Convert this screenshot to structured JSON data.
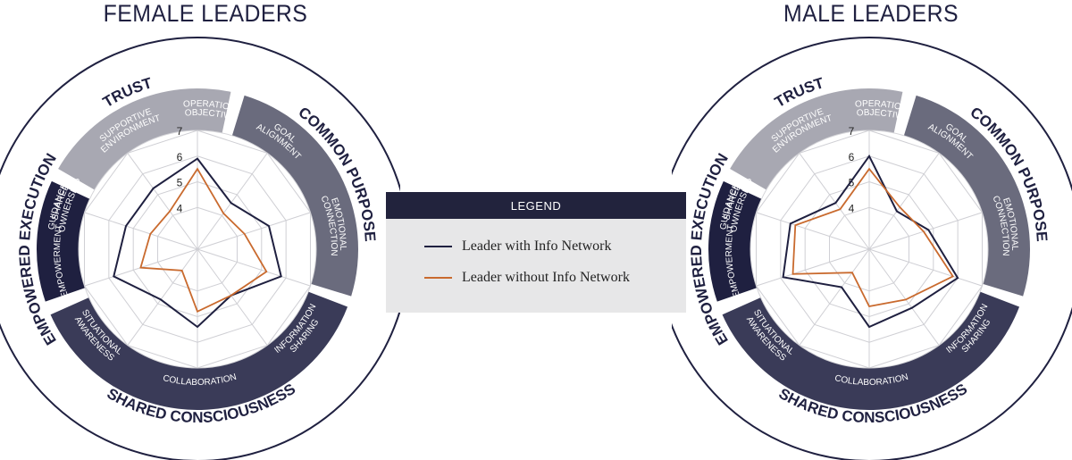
{
  "chart_data": [
    {
      "type": "radar",
      "title": "FEMALE LEADERS",
      "axes": [
        "Supportive Environment",
        "Operational Objectivity",
        "Goal Alignment",
        "Emotional Connection",
        "Information Sharing",
        "Collaboration",
        "Situational Awareness",
        "Empowerment",
        "Shared Ownership",
        "Guidance"
      ],
      "rlim": [
        3,
        7
      ],
      "ticks": [
        4,
        5,
        6,
        7
      ],
      "series": [
        {
          "name": "Leader with Info Network",
          "color": "#1f2040",
          "values": [
            5.9,
            4.6,
            5.3,
            5.8,
            4.6,
            5.4,
            4.8,
            5.8,
            5.3,
            5.3
          ]
        },
        {
          "name": "Leader without Info Network",
          "color": "#c96a2e",
          "values": [
            5.5,
            4.1,
            4.3,
            5.2,
            4.6,
            4.8,
            3.4,
            4.7,
            4.3,
            4.2
          ]
        }
      ]
    },
    {
      "type": "radar",
      "title": "MALE LEADERS",
      "axes": [
        "Supportive Environment",
        "Operational Objectivity",
        "Goal Alignment",
        "Emotional Connection",
        "Information Sharing",
        "Collaboration",
        "Situational Awareness",
        "Empowerment",
        "Shared Ownership",
        "Guidance"
      ],
      "rlim": [
        3,
        7
      ],
      "ticks": [
        4,
        5,
        6,
        7
      ],
      "series": [
        {
          "name": "Leader with Info Network",
          "color": "#1f2040",
          "values": [
            6.0,
            4.2,
            4.8,
            6.0,
            5.2,
            5.4,
            4.2,
            5.9,
            5.6,
            4.6
          ]
        },
        {
          "name": "Leader without Info Network",
          "color": "#c96a2e",
          "values": [
            5.5,
            4.4,
            4.6,
            5.8,
            4.8,
            4.6,
            3.5,
            5.5,
            5.4,
            4.3
          ]
        }
      ]
    }
  ],
  "ring": {
    "sections": [
      {
        "label": "TRUST",
        "color": "#a8a8b2",
        "subs": [
          [
            "SUPPORTIVE",
            "ENVIRONMENT"
          ],
          [
            "OPERATIONAL",
            "OBJECTIVITY"
          ]
        ]
      },
      {
        "label": "COMMON PURPOSE",
        "color": "#6a6b7d",
        "subs": [
          [
            "GOAL",
            "ALIGNMENT"
          ],
          [
            "EMOTIONAL",
            "CONNECTION"
          ]
        ]
      },
      {
        "label": "SHARED CONSCIOUSNESS",
        "color": "#3a3b58",
        "subs": [
          [
            "INFORMATION",
            "SHARING"
          ],
          [
            "COLLABORATION"
          ],
          [
            "SITUATIONAL",
            "AWARENESS"
          ]
        ]
      },
      {
        "label": "EMPOWERED EXECUTION",
        "color": "#1f2040",
        "subs": [
          [
            "EMPOWERMENT"
          ],
          [
            "SHARED",
            "OWNERSHIP"
          ],
          [
            "GUIDANCE"
          ]
        ]
      }
    ]
  },
  "legend": {
    "title": "LEGEND",
    "items": [
      {
        "label": "Leader with Info Network",
        "color": "#1f2040"
      },
      {
        "label": "Leader without Info Network",
        "color": "#c96a2e"
      }
    ]
  }
}
